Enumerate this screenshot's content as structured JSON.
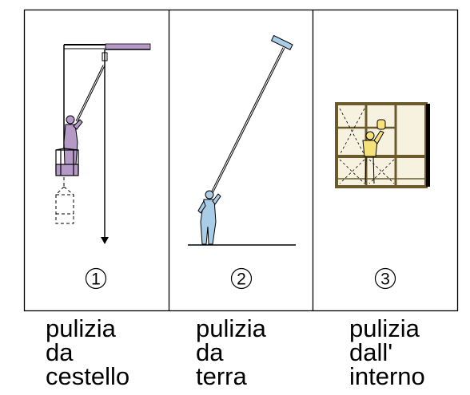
{
  "panels": [
    {
      "number": "1",
      "caption": [
        "pulizia",
        "da",
        "cestello"
      ]
    },
    {
      "number": "2",
      "caption": [
        "pulizia",
        "da",
        "terra"
      ]
    },
    {
      "number": "3",
      "caption": [
        "pulizia",
        "dall'",
        "interno"
      ]
    }
  ],
  "colors": {
    "figure_1": "#b59ac8",
    "figure_2": "#a9cde6",
    "figure_3": "#f7e27a",
    "window_frame": "#6b5a2a",
    "outline": "#000000"
  }
}
